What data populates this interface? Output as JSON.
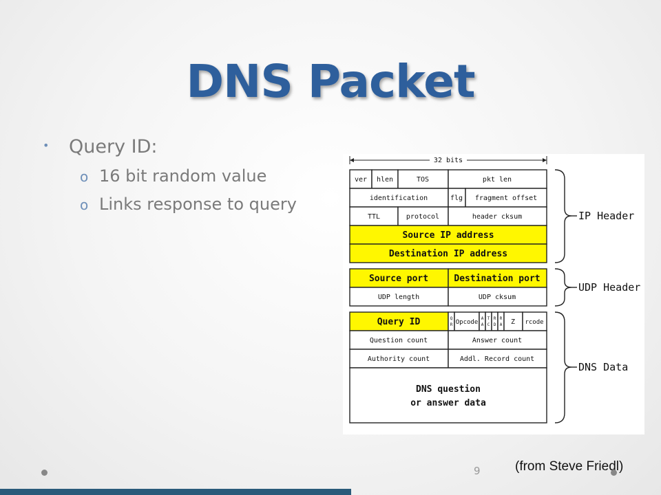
{
  "slide": {
    "title": "DNS Packet",
    "bullets": [
      {
        "text": "Query ID:",
        "sub": [
          "16 bit random value",
          "Links response to query"
        ]
      }
    ],
    "credit": "(from Steve Friedl)",
    "page_number": "9"
  },
  "diagram": {
    "width_label": "32 bits",
    "ip": {
      "ver": "ver",
      "hlen": "hlen",
      "tos": "TOS",
      "pkt_len": "pkt len",
      "identification": "identification",
      "flg": "flg",
      "fragment_offset": "fragment offset",
      "ttl": "TTL",
      "protocol": "protocol",
      "header_cksum": "header cksum",
      "source_ip": "Source IP address",
      "dest_ip": "Destination IP address"
    },
    "udp": {
      "source_port": "Source port",
      "dest_port": "Destination port",
      "length": "UDP length",
      "cksum": "UDP cksum"
    },
    "dns": {
      "query_id": "Query ID",
      "qr": [
        "Q",
        "R"
      ],
      "opcode": "Opcode",
      "aa": [
        "A",
        "A"
      ],
      "tc": [
        "T",
        "C"
      ],
      "rd": [
        "R",
        "D"
      ],
      "ra": [
        "R",
        "A"
      ],
      "z": "Z",
      "rcode": "rcode",
      "question_count": "Question count",
      "answer_count": "Answer count",
      "authority_count": "Authority count",
      "addl_count": "Addl. Record count",
      "data_line1": "DNS question",
      "data_line2": "or answer data"
    },
    "groups": {
      "ip": "IP Header",
      "udp": "UDP Header",
      "dns": "DNS Data"
    },
    "highlight_color": "#fff700"
  },
  "colors": {
    "title": "#2e5f9c",
    "bullet_text": "#7a7a7a",
    "bar": "#2a5a7a"
  }
}
